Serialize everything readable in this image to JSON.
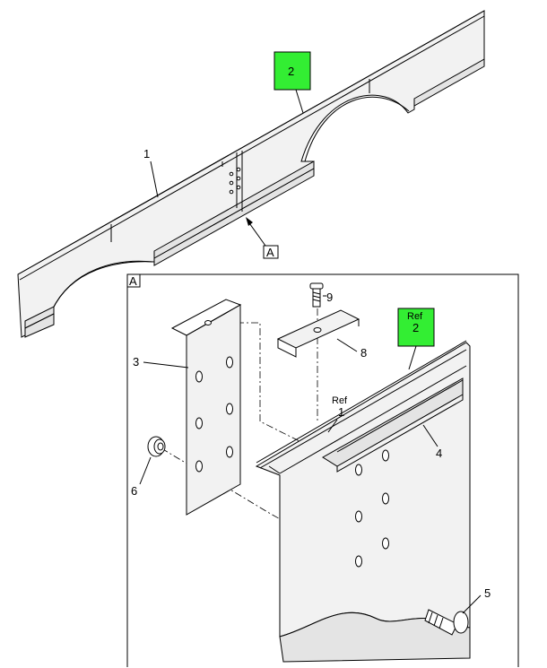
{
  "callouts": {
    "top_item_1": "1",
    "top_item_2": "2",
    "view_ref_pointer": "A",
    "detail_view_label": "A",
    "item_9": "9",
    "item_8": "8",
    "item_3": "3",
    "ref_1_text": "Ref",
    "ref_1_num": "1",
    "ref_2_text": "Ref",
    "ref_2_num": "2",
    "item_4": "4",
    "item_6": "6",
    "item_5": "5"
  },
  "colors": {
    "highlight": "#33ee33",
    "line": "#000000",
    "part_fill": "#f2f2f2"
  }
}
